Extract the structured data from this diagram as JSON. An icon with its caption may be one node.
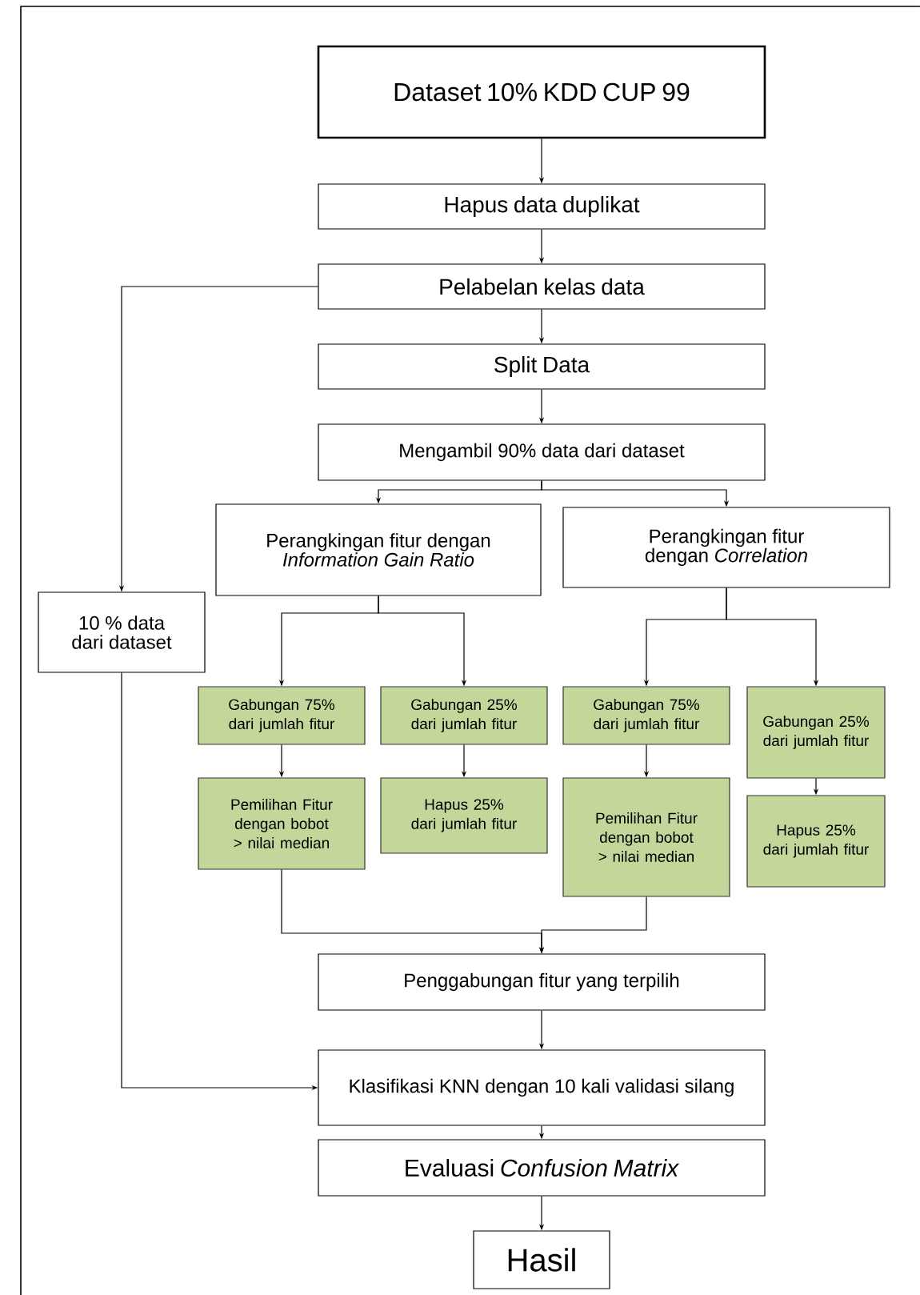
{
  "diagram": {
    "nodes": [
      {
        "text": [
          "Dataset 10% KDD CUP 99"
        ]
      },
      {
        "text": [
          "Hapus data duplikat"
        ]
      },
      {
        "text": [
          "Pelabelan kelas data"
        ]
      },
      {
        "text": [
          "Split Data"
        ]
      },
      {
        "text": [
          "Mengambil 90% data dari dataset"
        ]
      },
      {
        "text": [
          "Perangkingan fitur dengan *Information Gain Ratio*"
        ]
      },
      {
        "text": [
          "Perangkingan fitur dengan *Correlation*"
        ]
      },
      {
        "text": [
          "10 % data dari dataset"
        ]
      },
      {
        "text": [
          "Gabungan 75% dari jumlah fitur"
        ]
      },
      {
        "text": [
          "Gabungan 25% dari jumlah fitur"
        ]
      },
      {
        "text": [
          "Gabungan 75% dari jumlah fitur"
        ]
      },
      {
        "text": [
          "Gabungan 25% dari jumlah fitur"
        ]
      },
      {
        "text": [
          "Pemilihan Fitur dengan bobot > nilai median"
        ]
      },
      {
        "text": [
          "Hapus 25% dari jumlah fitur"
        ]
      },
      {
        "text": [
          "Pemilihan Fitur dengan bobot > nilai median"
        ]
      },
      {
        "text": [
          "Hapus 25% dari jumlah fitur"
        ]
      },
      {
        "text": [
          "Penggabungan fitur yang terpilih"
        ]
      },
      {
        "text": [
          "Klasifikasi KNN dengan 10 kali validasi silang"
        ]
      },
      {
        "text": [
          "Evaluasi *Confusion Matrix*"
        ]
      },
      {
        "text": [
          "Hasil"
        ]
      }
    ],
    "edges": [
      {
        "from": 0,
        "to": 1,
        "arrow": "to"
      },
      {
        "from": 1,
        "to": 2,
        "arrow": "to"
      },
      {
        "from": 2,
        "to": 7,
        "arrow": "to"
      },
      {
        "from": 2,
        "to": 3,
        "arrow": "to"
      },
      {
        "from": 3,
        "to": 4,
        "arrow": "to"
      },
      {
        "from": 4,
        "to": 5,
        "arrow": "to"
      },
      {
        "from": 4,
        "to": 6,
        "arrow": "to"
      },
      {
        "from": 5,
        "to": 8,
        "arrow": "to"
      },
      {
        "from": 5,
        "to": 9,
        "arrow": "to"
      },
      {
        "from": 6,
        "to": 10,
        "arrow": "to"
      },
      {
        "from": 6,
        "to": 11,
        "arrow": "to"
      },
      {
        "from": 8,
        "to": 12,
        "arrow": "to"
      },
      {
        "from": 9,
        "to": 13,
        "arrow": "to"
      },
      {
        "from": 10,
        "to": 14,
        "arrow": "to"
      },
      {
        "from": 11,
        "to": 15,
        "arrow": "to"
      },
      {
        "from": 12,
        "to": 16,
        "arrow": "to"
      },
      {
        "from": 14,
        "to": 16,
        "arrow": "to"
      },
      {
        "from": 7,
        "to": 17,
        "arrow": "to"
      },
      {
        "from": 16,
        "to": 17,
        "arrow": "to"
      },
      {
        "from": 17,
        "to": 18,
        "arrow": "to"
      },
      {
        "from": 18,
        "to": 19,
        "arrow": "to"
      }
    ]
  }
}
